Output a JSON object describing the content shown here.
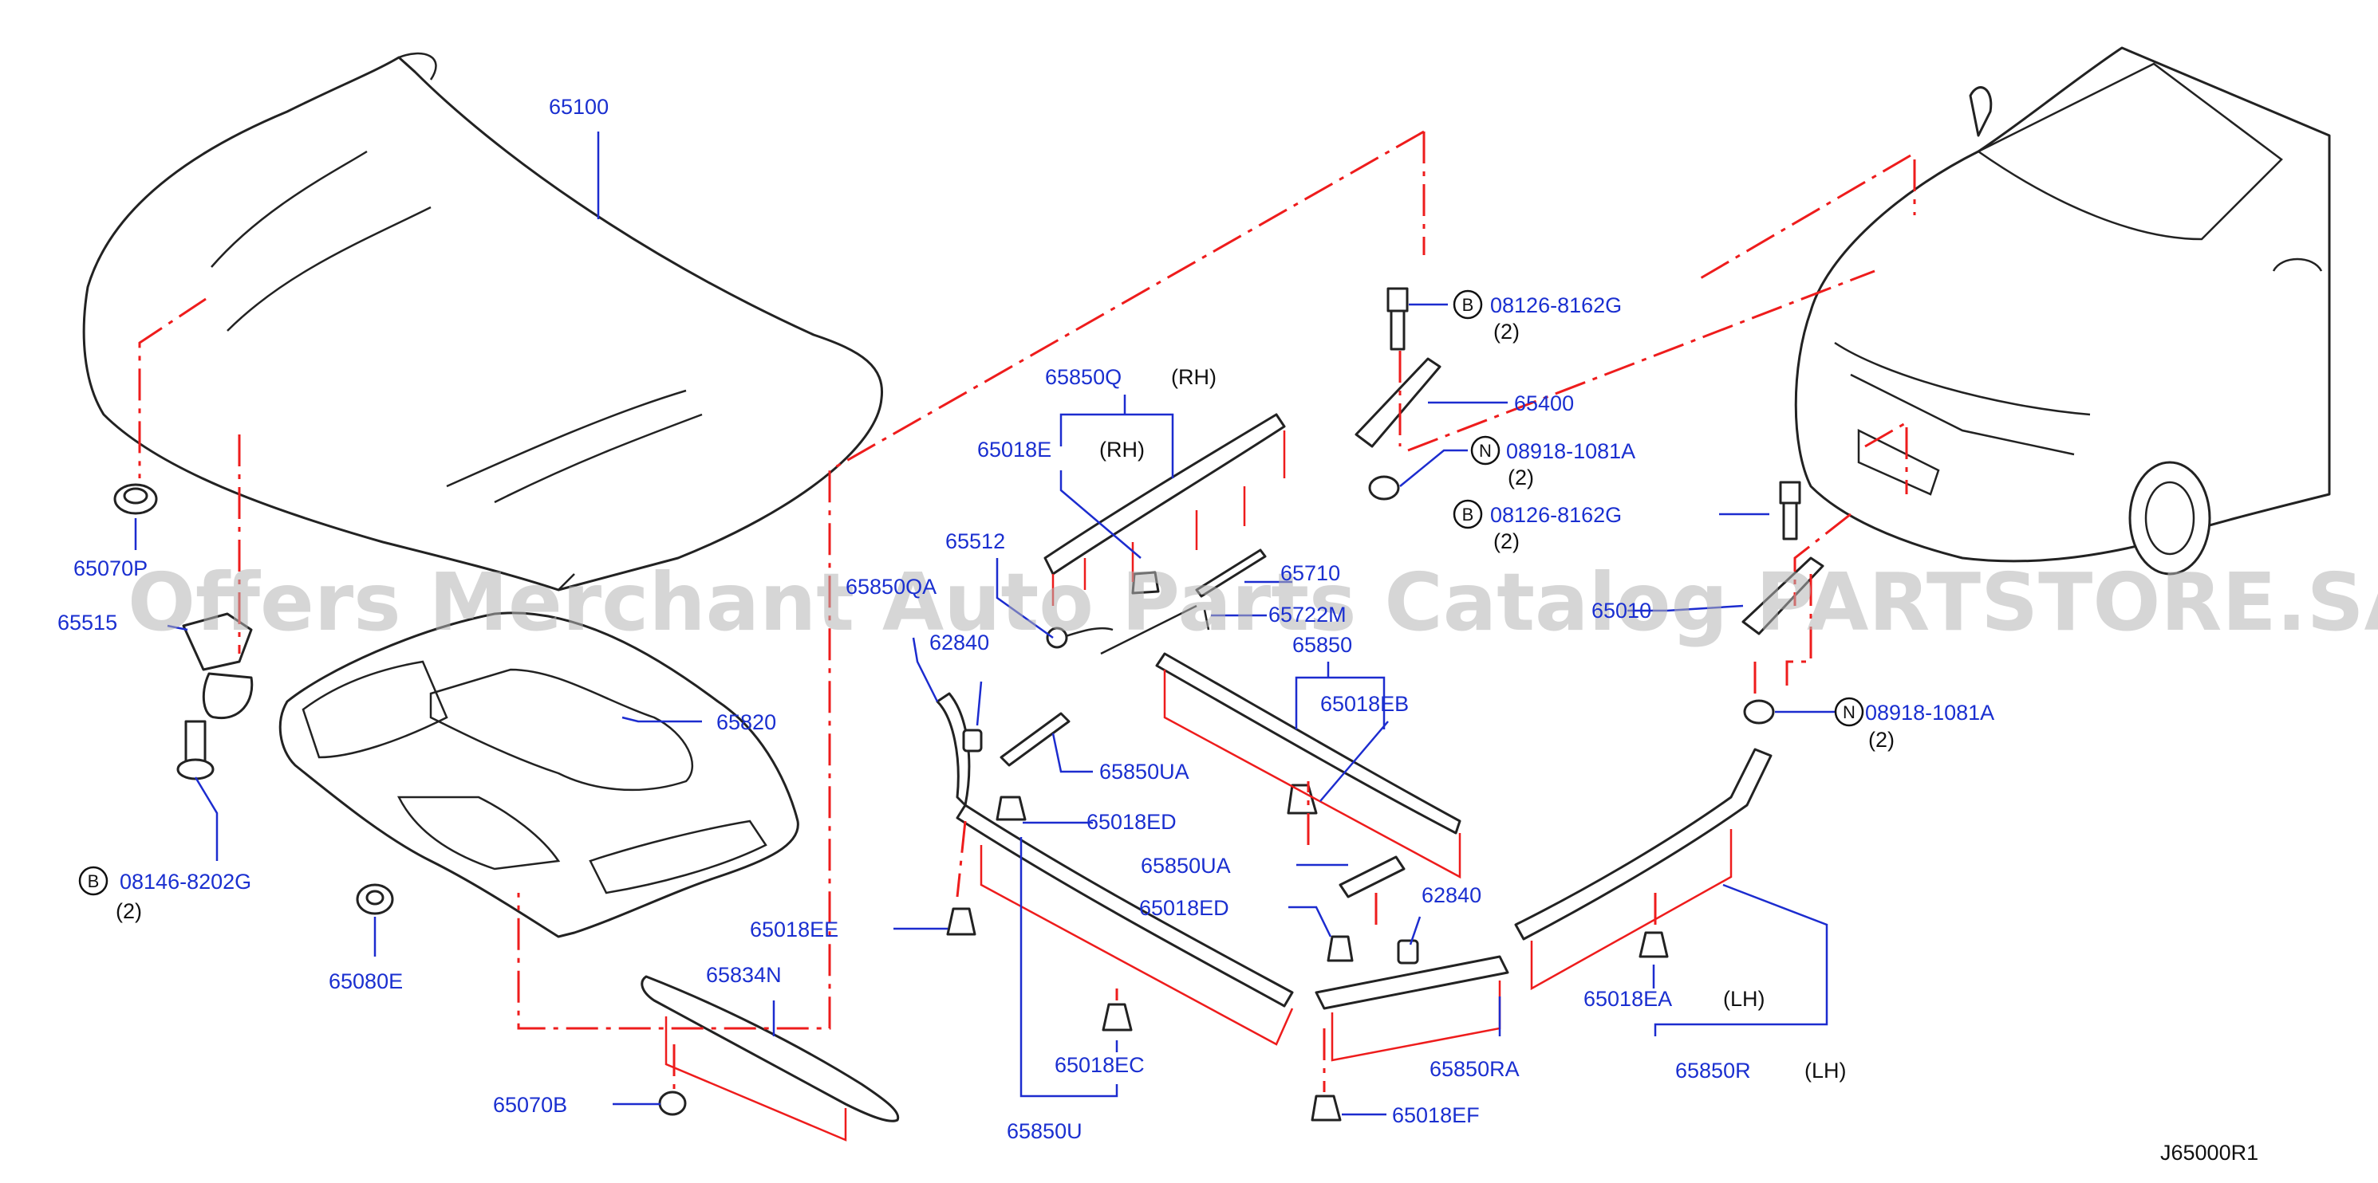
{
  "watermark": "Offers Merchant Auto Parts Catalog PARTSTORE.SA",
  "diagram_code": "J65000R1",
  "labels": {
    "p65100": "65100",
    "p65070P": "65070P",
    "p65515": "65515",
    "p08146": "08146-8202G",
    "q2a": "(2)",
    "p65820": "65820",
    "p65080E": "65080E",
    "p65834N": "65834N",
    "p65070B": "65070B",
    "p65850Q": "65850Q",
    "rh1": "(RH)",
    "p65018E": "65018E",
    "rh2": "(RH)",
    "p65512": "65512",
    "p65850QA": "65850QA",
    "p62840a": "62840",
    "p65710": "65710",
    "p65722M": "65722M",
    "p65850": "65850",
    "p65018EB": "65018EB",
    "p65850UA1": "65850UA",
    "p65018ED1": "65018ED",
    "p65850UA2": "65850UA",
    "p65018ED2": "65018ED",
    "p62840b": "62840",
    "p65018EE": "65018EE",
    "p65018EC": "65018EC",
    "p65850U": "65850U",
    "p65850RA": "65850RA",
    "p65018EF": "65018EF",
    "p65018EA": "65018EA",
    "lh1": "(LH)",
    "p65850R": "65850R",
    "lh2": "(LH)",
    "p08126a": "08126-8162G",
    "q2b": "(2)",
    "p65400": "65400",
    "p08918a": "08918-1081A",
    "q2c": "(2)",
    "p08126b": "08126-8162G",
    "q2d": "(2)",
    "p65010": "65010",
    "p08918b": "08918-1081A",
    "q2e": "(2)"
  },
  "badges": {
    "b1": "B",
    "b2": "B",
    "b3": "B",
    "n1": "N",
    "n2": "N"
  }
}
